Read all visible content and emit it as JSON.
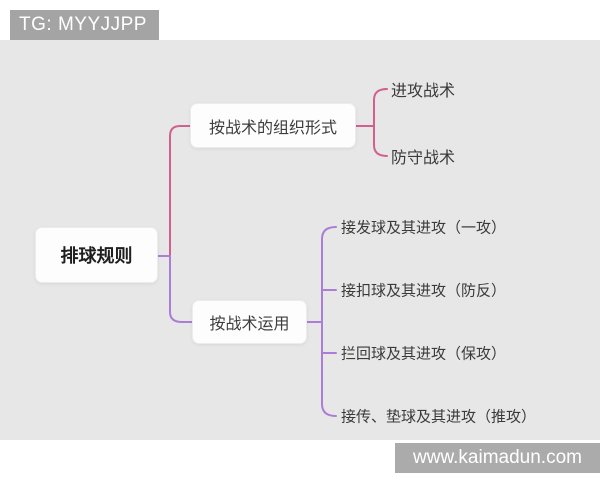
{
  "badge": {
    "label": "TG: MYYJJPP"
  },
  "watermark": {
    "label": "www.kaimadun.com"
  },
  "mindmap": {
    "root": {
      "label": "排球规则"
    },
    "branches": [
      {
        "label": "按战术的组织形式",
        "children": [
          {
            "label": "进攻战术"
          },
          {
            "label": "防守战术"
          }
        ]
      },
      {
        "label": "按战术运用",
        "children": [
          {
            "label": "接发球及其进攻（一攻）"
          },
          {
            "label": "接扣球及其进攻（防反）"
          },
          {
            "label": "拦回球及其进攻（保攻）"
          },
          {
            "label": "接传、垫球及其进攻（推攻）"
          }
        ]
      }
    ]
  },
  "colors": {
    "canvas_bg": "#e7e7e7",
    "badge_bg": "#a4a4a4",
    "watermark_bg": "#ababab",
    "node_bg": "#fdfdfd",
    "branch1_line": "#d2608f",
    "branch2_line": "#ab7dd6"
  }
}
